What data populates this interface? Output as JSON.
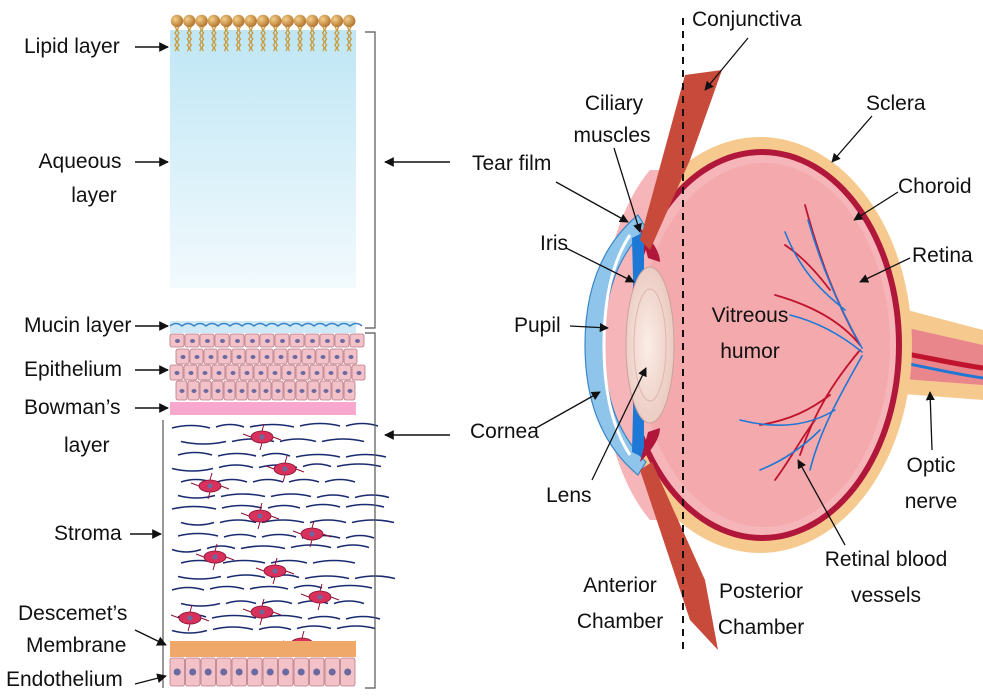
{
  "left_labels": {
    "lipid": "Lipid layer",
    "aqueous_1": "Aqueous",
    "aqueous_2": "layer",
    "mucin": "Mucin layer",
    "epithelium": "Epithelium",
    "bowman_1": "Bowman’s",
    "bowman_2": "layer",
    "stroma": "Stroma",
    "descemet_1": "Descemet’s",
    "descemet_2": "Membrane",
    "endothelium": "Endothelium"
  },
  "eye_labels": {
    "conjunctiva": "Conjunctiva",
    "ciliary_1": "Ciliary",
    "ciliary_2": "muscles",
    "tear_film": "Tear film",
    "iris": "Iris",
    "pupil": "Pupil",
    "cornea": "Cornea",
    "lens": "Lens",
    "sclera": "Sclera",
    "choroid": "Choroid",
    "retina": "Retina",
    "vitreous_1": "Vitreous",
    "vitreous_2": "humor",
    "optic_1": "Optic",
    "optic_2": "nerve",
    "rbv_1": "Retinal blood",
    "rbv_2": "vessels",
    "anterior_1": "Anterior",
    "anterior_2": "Chamber",
    "posterior_1": "Posterior",
    "posterior_2": "Chamber"
  },
  "colors": {
    "lipid_bead": "#c98a3c",
    "aqueous_top": "#bfe6f5",
    "aqueous_bottom": "#eef8fc",
    "mucin": "#8fc8e6",
    "cell": "#f3c2c8",
    "cell_nucleus": "#6a6aa0",
    "bowman": "#f7a8cc",
    "stroma_fiber": "#1a2a6e",
    "keratocyte": "#d8315b",
    "descemet": "#f0a86a",
    "sclera": "#f6c98f",
    "choroid": "#b0173a",
    "retina_inner": "#f6b5b8",
    "vitreous": "#f4a9ad",
    "cornea": "#8fc5ea",
    "vessel_blue": "#1e78d6",
    "vessel_red": "#c0132e"
  }
}
